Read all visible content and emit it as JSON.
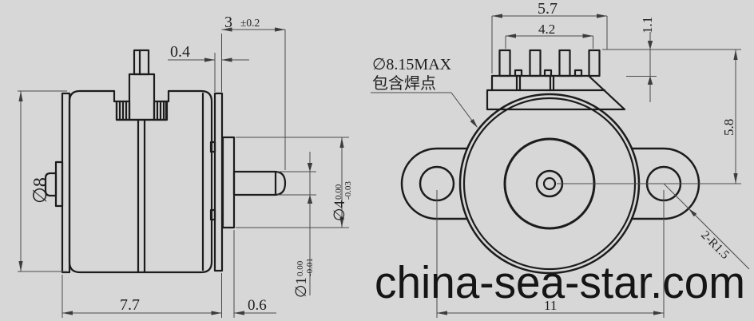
{
  "watermark": "china-sea-star.com",
  "side_view": {
    "dia_body": "∅8",
    "dim_shaft_len": "3",
    "dim_shaft_len_tol": "±0.2",
    "dim_plate_thk": "0.4",
    "dim_body_len": "7.7",
    "dim_boss_len": "0.6",
    "dia_boss": "∅4",
    "dia_boss_tol_hi": "0.00",
    "dia_boss_tol_lo": "-0.03",
    "dia_shaft": "∅1",
    "dia_shaft_tol_hi": "0.00",
    "dia_shaft_tol_lo": "-0.01"
  },
  "front_view": {
    "dim_block_width": "5.7",
    "dim_pin_span": "4.2",
    "dim_pin_height": "1.1",
    "dim_center_height": "5.8",
    "dim_hole_span": "11",
    "label_max_dia": "∅8.15MAX",
    "label_solder_note": "包含焊点",
    "label_ear_radius": "2-R1.5"
  }
}
